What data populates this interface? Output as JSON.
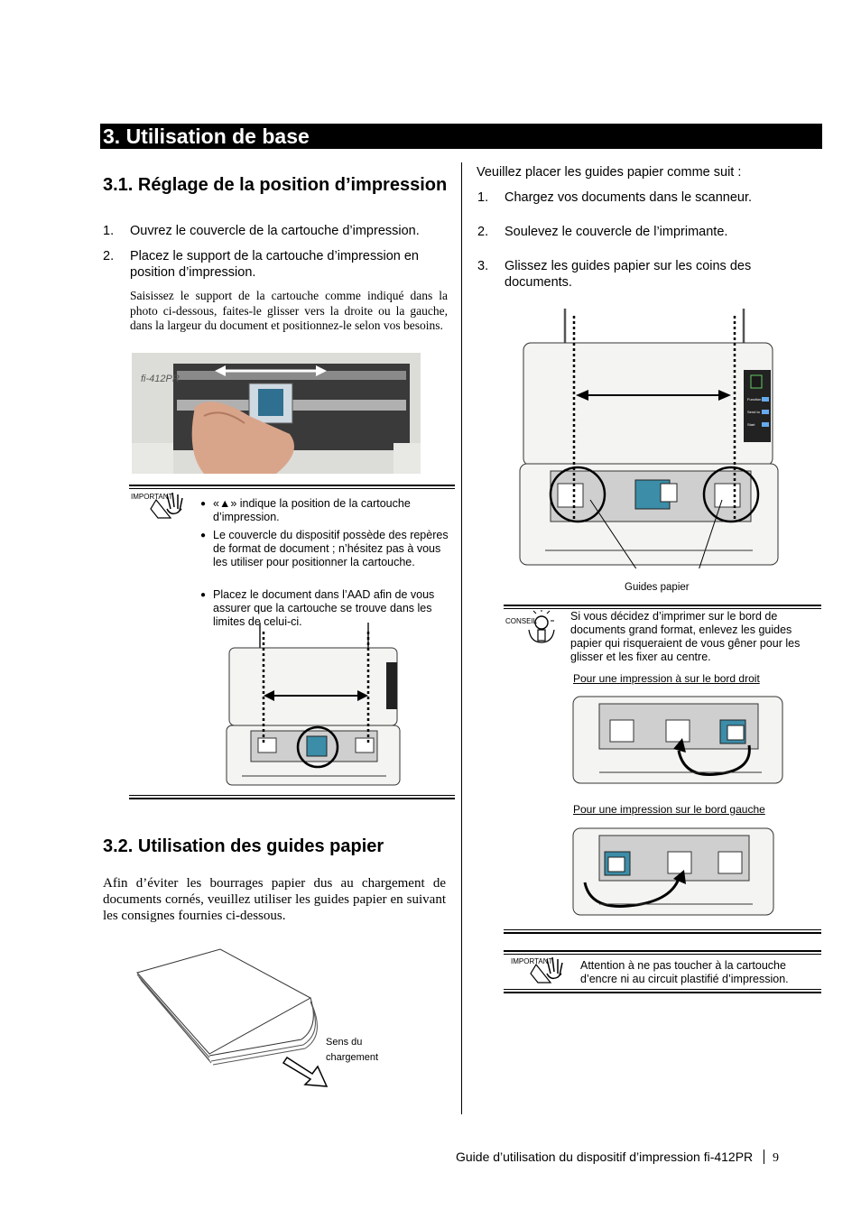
{
  "chapter_title": "3. Utilisation de base",
  "section1": {
    "title": "3.1. Réglage de la position d’impression",
    "steps": [
      {
        "num": "1.",
        "text": "Ouvrez le couvercle de la cartouche d’impression."
      },
      {
        "num": "2.",
        "text": "Placez le support de la cartouche d’impression en position d’impression."
      }
    ],
    "note": "Saisissez le support de la cartouche comme indiqué dans la photo ci-dessous, faites-le glisser vers la droite ou la gauche, dans la largeur du document et positionnez-le selon vos besoins.",
    "photo_logo": "fi-412PR",
    "important_label": "IMPORTANT",
    "important_items": [
      "«▲» indique la position de la cartouche d’impression.",
      "Le couvercle du dispositif possède des repères de format de document ; n’hésitez pas à vous les utiliser pour positionner la cartouche.",
      "Placez le document dans l’AAD afin de vous assurer que la cartouche se trouve dans les limites de celui-ci."
    ]
  },
  "section2": {
    "title": "3.2. Utilisation des guides papier",
    "body": "Afin d’éviter les bourrages papier dus au chargement de documents cornés, veuillez utiliser les guides papier en suivant les consignes fournies ci-dessous.",
    "feed_label_line1": "Sens du",
    "feed_label_line2": "chargement"
  },
  "right": {
    "intro": "Veuillez placer les guides papier comme suit :",
    "steps": [
      {
        "num": "1.",
        "text": "Chargez vos documents dans le scanneur."
      },
      {
        "num": "2.",
        "text": "Soulevez le couvercle de l’imprimante."
      },
      {
        "num": "3.",
        "text": "Glissez les guides papier sur les coins des documents."
      }
    ],
    "guides_label": "Guides papier",
    "conseil_label": "CONSEIL",
    "conseil_text": "Si vous décidez d’imprimer sur le bord de documents grand format, enlevez les guides papier qui risqueraient de vous gêner pour les glisser et les fixer au centre.",
    "right_edge_caption": "Pour une impression à sur le bord droit",
    "left_edge_caption": "Pour une impression sur le bord gauche",
    "important_label": "IMPORTANT",
    "important_text": "Attention à ne pas toucher à la cartouche d’encre ni au circuit plastifié d’impression.",
    "panel_labels": [
      "Function",
      "Send to",
      "Start"
    ]
  },
  "footer": {
    "text": "Guide d’utilisation du dispositif d’impression fi-412PR",
    "page": "9"
  }
}
